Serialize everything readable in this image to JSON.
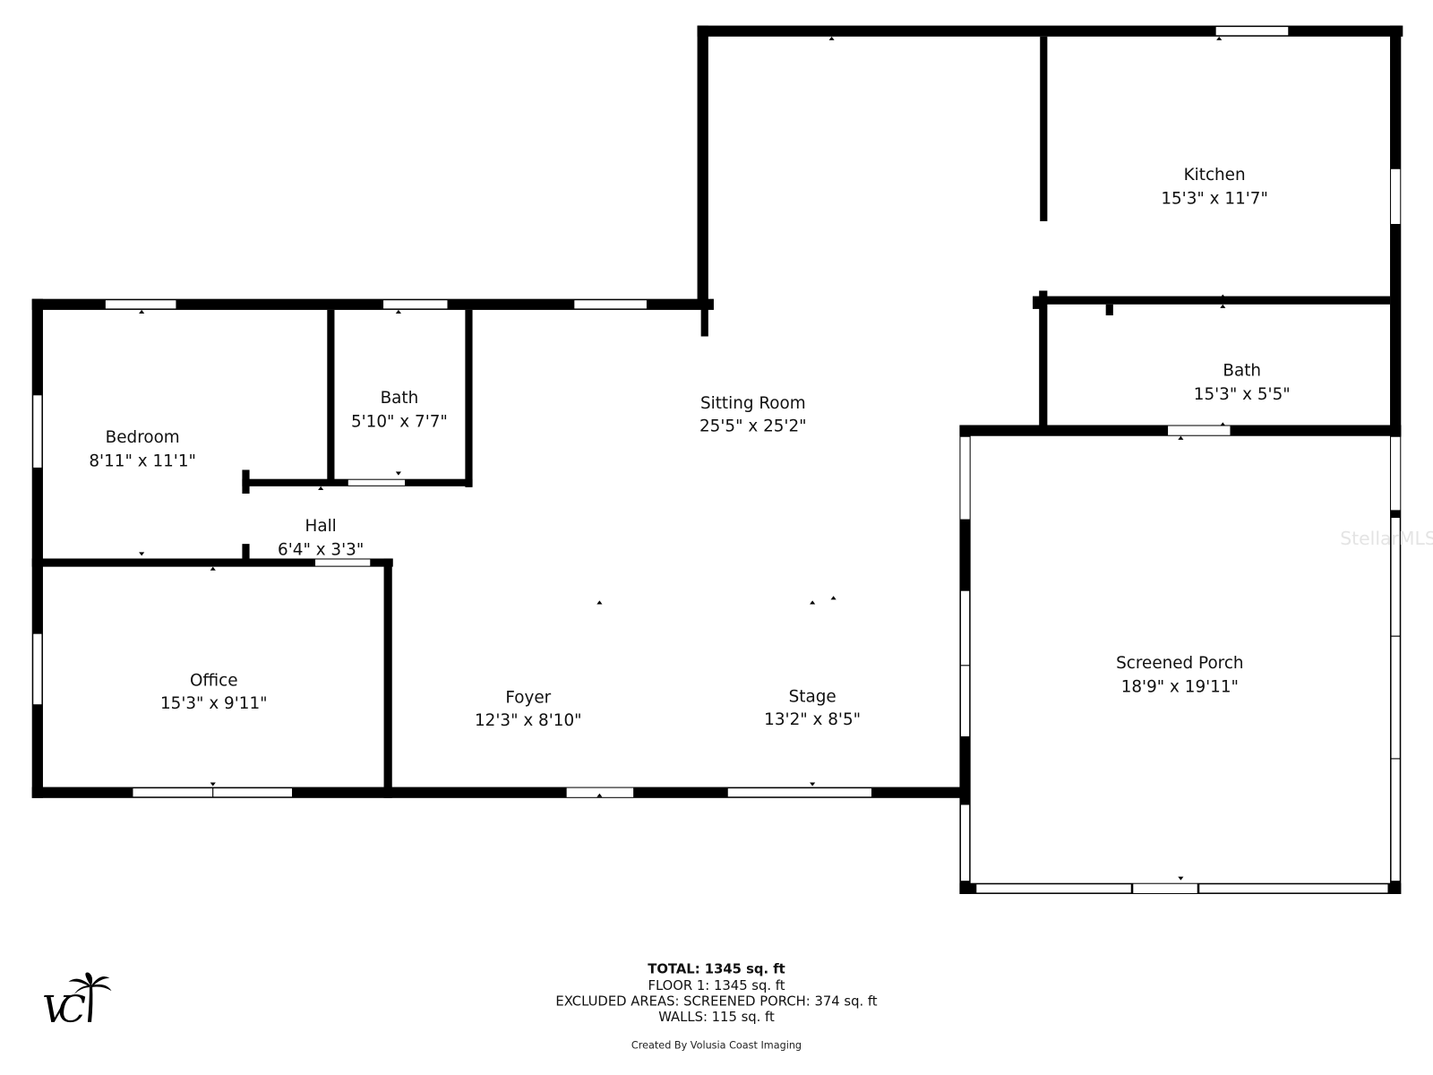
{
  "rooms": [
    {
      "name": "Kitchen",
      "dims": "15'3\" x 11'7\""
    },
    {
      "name": "Bath",
      "dims": "15'3\" x 5'5\""
    },
    {
      "name": "Sitting Room",
      "dims": "25'5\" x 25'2\""
    },
    {
      "name": "Bath",
      "dims": "5'10\" x 7'7\""
    },
    {
      "name": "Bedroom",
      "dims": "8'11\" x 11'1\""
    },
    {
      "name": "Hall",
      "dims": "6'4\" x 3'3\""
    },
    {
      "name": "Office",
      "dims": "15'3\" x 9'11\""
    },
    {
      "name": "Foyer",
      "dims": "12'3\" x 8'10\""
    },
    {
      "name": "Stage",
      "dims": "13'2\" x 8'5\""
    },
    {
      "name": "Screened Porch",
      "dims": "18'9\" x 19'11\""
    }
  ],
  "summary": {
    "total": "TOTAL: 1345 sq. ft",
    "floor": "FLOOR 1: 1345 sq. ft",
    "excluded": "EXCLUDED AREAS: SCREENED PORCH: 374 sq. ft",
    "walls": "WALLS: 115 sq. ft",
    "credit": "Created By Volusia Coast Imaging"
  },
  "logo": {
    "text": "VCI",
    "icon": "palm-tree-icon"
  },
  "watermark": "StellarMLS"
}
